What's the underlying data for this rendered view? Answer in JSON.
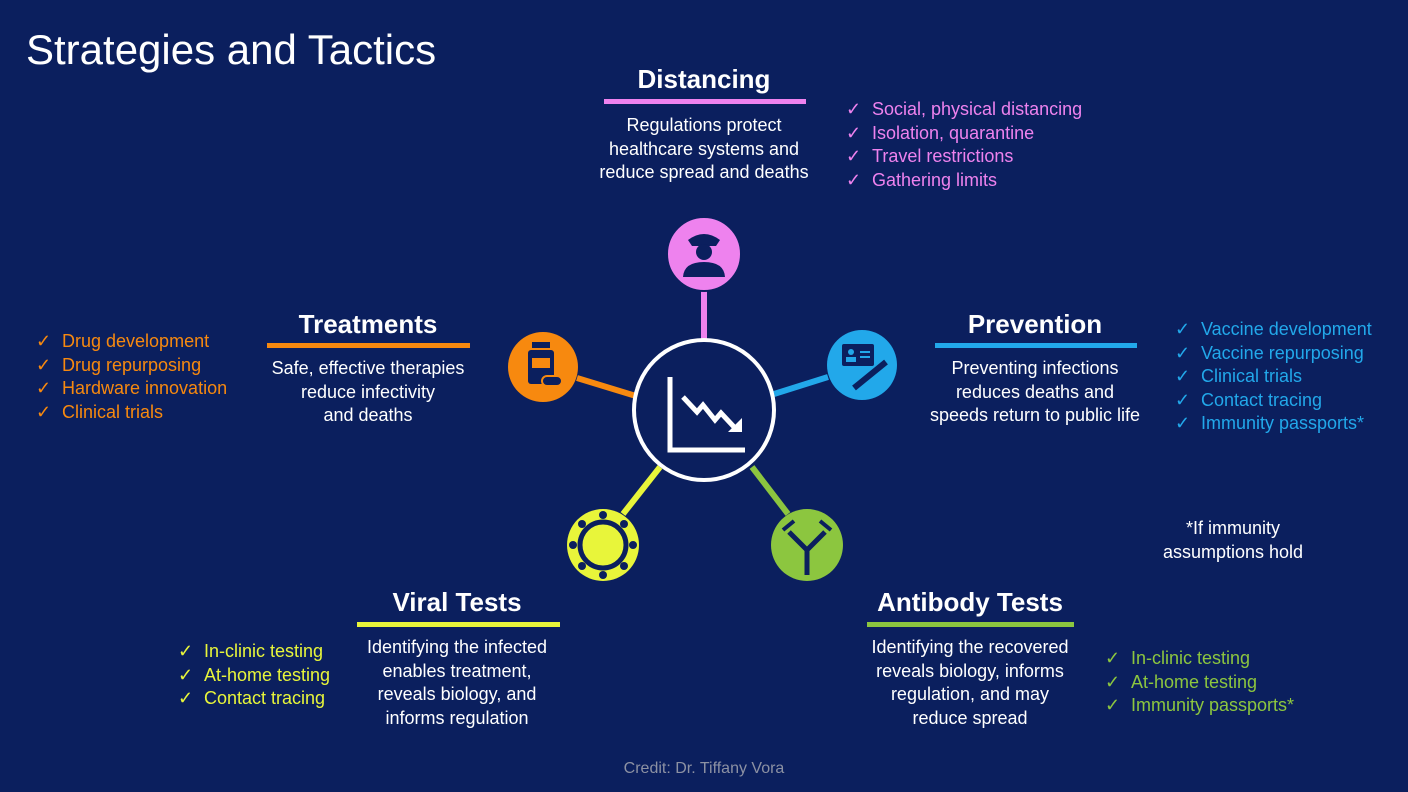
{
  "title": "Strategies and Tactics",
  "colors": {
    "background": "#0b1f5e",
    "distancing": "#ee82ee",
    "treatments": "#f7890f",
    "prevention": "#22a8ea",
    "viral": "#e8f53a",
    "antibody": "#8cc63f"
  },
  "sections": {
    "distancing": {
      "title": "Distancing",
      "desc": [
        "Regulations protect",
        "healthcare systems and",
        "reduce spread and deaths"
      ],
      "items": [
        "Social, physical distancing",
        "Isolation, quarantine",
        "Travel restrictions",
        "Gathering limits"
      ],
      "icon": "police-officer-icon"
    },
    "treatments": {
      "title": "Treatments",
      "desc": [
        "Safe, effective therapies",
        "reduce infectivity",
        "and deaths"
      ],
      "items": [
        "Drug development",
        "Drug repurposing",
        "Hardware innovation",
        "Clinical trials"
      ],
      "icon": "pill-bottle-icon"
    },
    "prevention": {
      "title": "Prevention",
      "desc": [
        "Preventing infections",
        "reduces deaths and",
        "speeds return to public life"
      ],
      "items": [
        "Vaccine development",
        "Vaccine repurposing",
        "Clinical trials",
        "Contact tracing",
        "Immunity passports*"
      ],
      "icon": "id-card-syringe-icon"
    },
    "viral": {
      "title": "Viral Tests",
      "desc": [
        "Identifying the infected",
        "enables treatment,",
        "reveals biology, and",
        "informs regulation"
      ],
      "items": [
        "In-clinic testing",
        "At-home testing",
        "Contact tracing"
      ],
      "icon": "virus-icon"
    },
    "antibody": {
      "title": "Antibody Tests",
      "desc": [
        "Identifying the recovered",
        "reveals biology, informs",
        "regulation, and may",
        "reduce spread"
      ],
      "items": [
        "In-clinic testing",
        "At-home testing",
        "Immunity passports*"
      ],
      "icon": "antibody-icon"
    }
  },
  "checkmark": "✓",
  "footnote": [
    "*If immunity",
    "assumptions hold"
  ],
  "credit": "Credit: Dr. Tiffany Vora"
}
